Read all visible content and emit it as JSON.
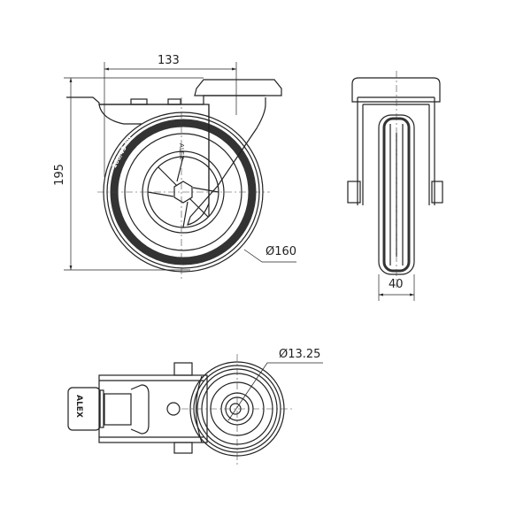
{
  "dimensions": {
    "width_top": "133",
    "height": "195",
    "wheel_diameter": "Ø160",
    "wheel_width": "40",
    "axle_diameter": "Ø13.25"
  },
  "markings": {
    "brand": "ALEX",
    "wheel_code": "160/43-80"
  }
}
